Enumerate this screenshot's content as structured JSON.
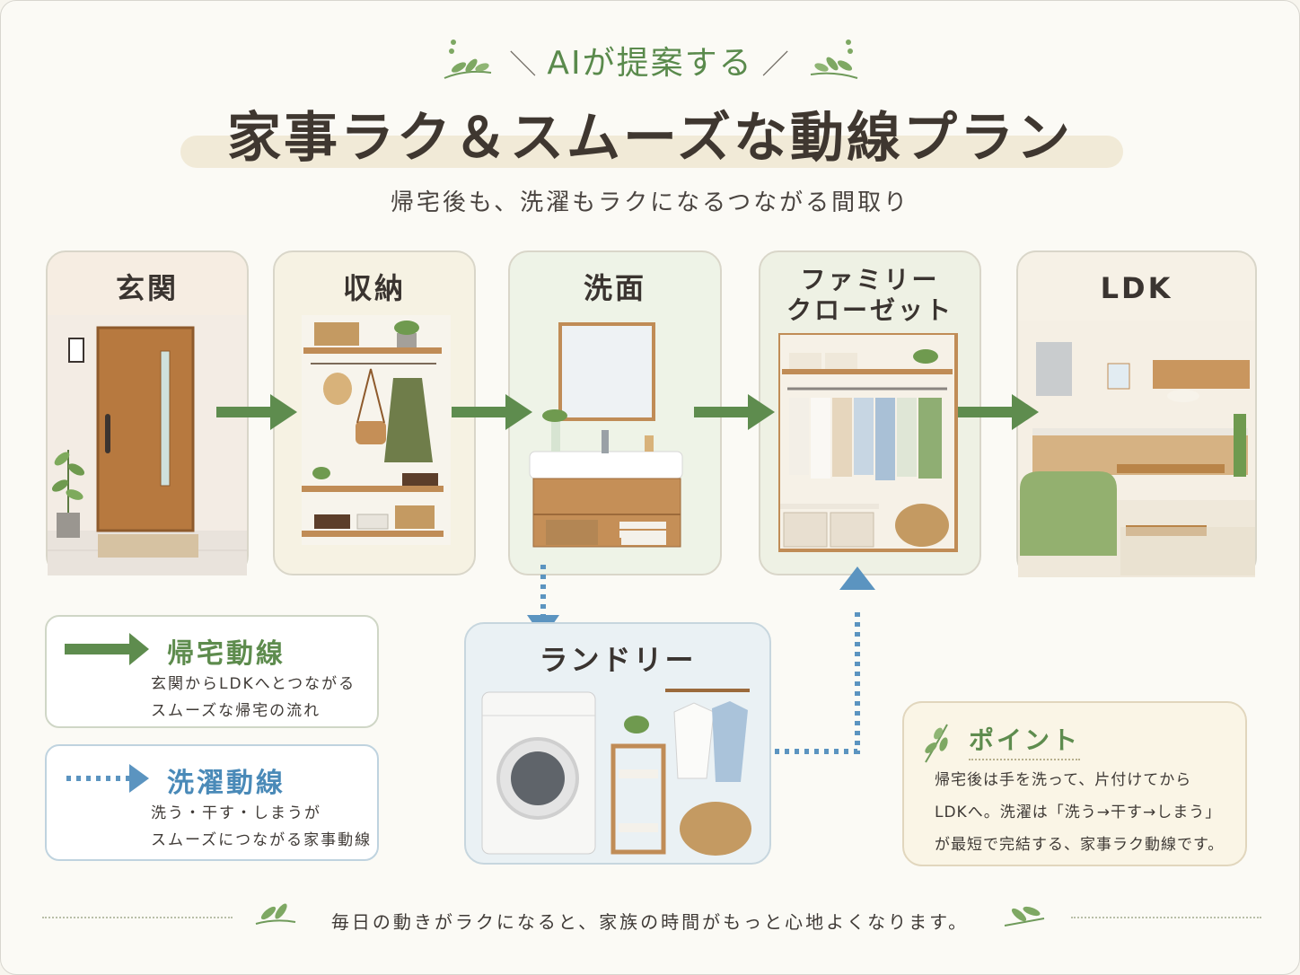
{
  "header": {
    "kicker": "AIが提案する",
    "title": "家事ラク＆スムーズな動線プラン",
    "subtitle": "帰宅後も、洗濯もラクになるつながる間取り"
  },
  "rooms": {
    "genkan": "玄関",
    "shuno": "収納",
    "senmen": "洗面",
    "closet_line1": "ファミリー",
    "closet_line2": "クローゼット",
    "ldk": "LDK",
    "laundry": "ランドリー"
  },
  "legend": {
    "return": {
      "title": "帰宅動線",
      "line1": "玄関からLDKへとつながる",
      "line2": "スムーズな帰宅の流れ"
    },
    "laundry": {
      "title": "洗濯動線",
      "line1": "洗う・干す・しまうが",
      "line2": "スムーズにつながる家事動線"
    }
  },
  "point": {
    "title": "ポイント",
    "line1": "帰宅後は手を洗って、片付けてから",
    "line2": "LDKへ。洗濯は「洗う→干す→しまう」",
    "line3": "が最短で完結する、家事ラク動線です。"
  },
  "footer": "毎日の動きがラクになると、家族の時間がもっと心地よくなります。",
  "colors": {
    "return_arrow": "#5e8c4e",
    "laundry_arrow": "#5b94c0",
    "leaf": "#6f9a5a"
  }
}
